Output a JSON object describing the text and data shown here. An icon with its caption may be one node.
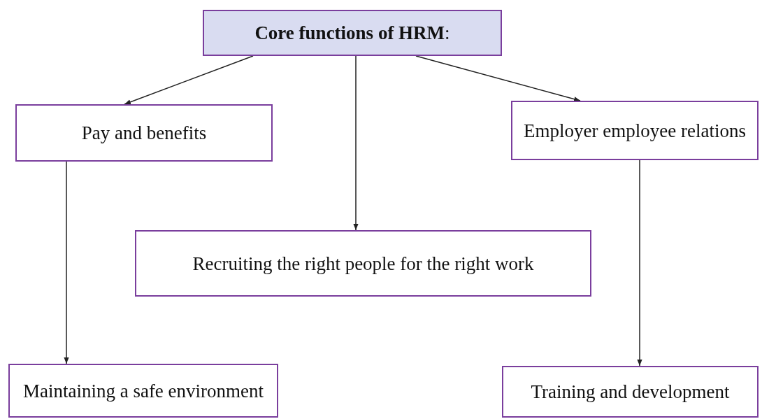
{
  "diagram": {
    "nodes": [
      {
        "text": [
          "**Core functions of HRM**:"
        ]
      },
      {
        "text": [
          "Pay and benefits"
        ]
      },
      {
        "text": [
          "Employer employee relations"
        ]
      },
      {
        "text": [
          "Recruiting the right people for the right work"
        ]
      },
      {
        "text": [
          "Maintaining a safe environment"
        ]
      },
      {
        "text": [
          "Training and development"
        ]
      }
    ],
    "edges": [
      {
        "from": 0,
        "to": 1,
        "arrow": "to"
      },
      {
        "from": 0,
        "to": 3,
        "arrow": "to"
      },
      {
        "from": 0,
        "to": 2,
        "arrow": "to"
      },
      {
        "from": 1,
        "to": 4,
        "arrow": "to"
      },
      {
        "from": 2,
        "to": 5,
        "arrow": "to"
      }
    ]
  }
}
